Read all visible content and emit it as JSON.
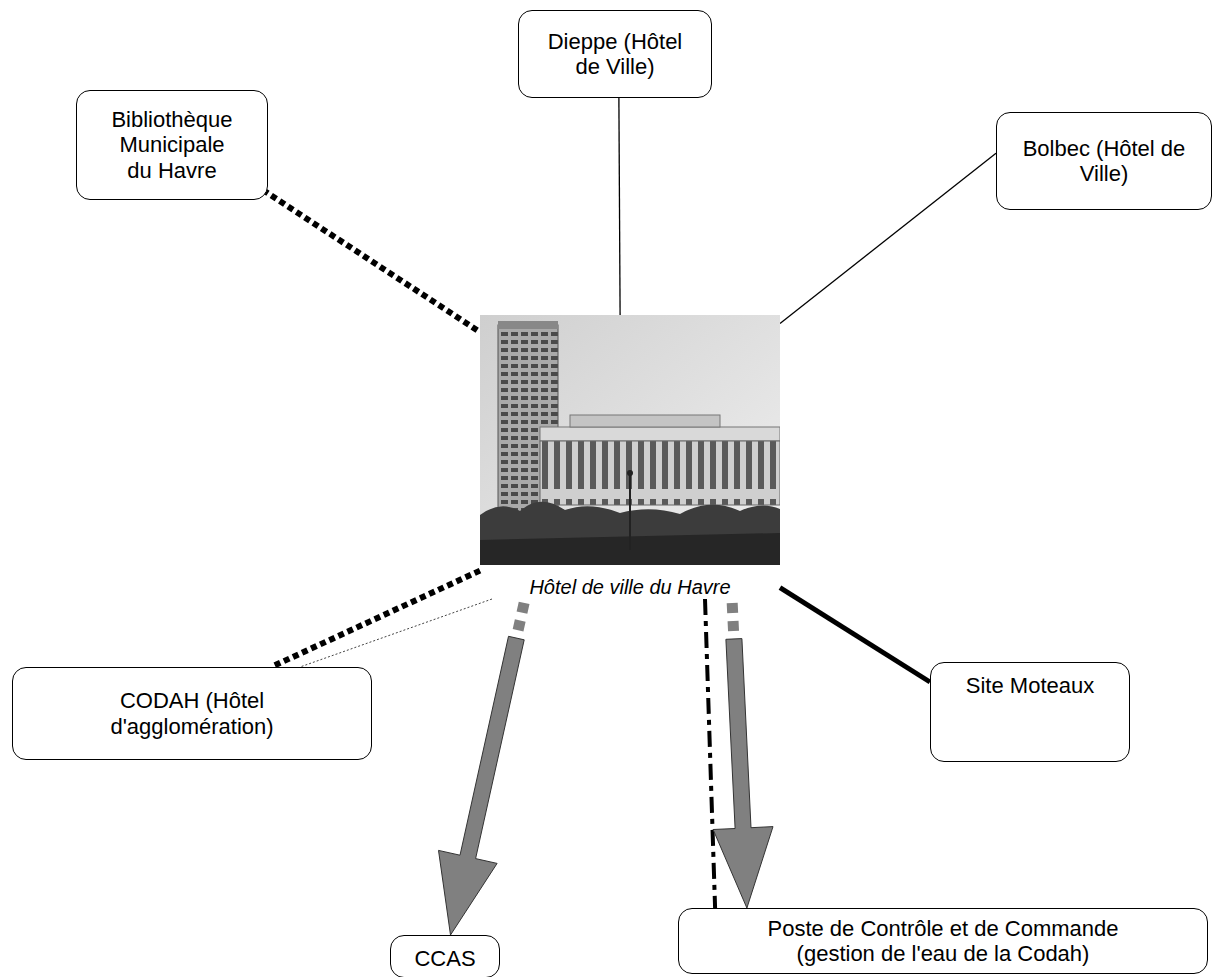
{
  "diagram": {
    "nodes": [
      {
        "text": [
          "Dieppe (Hôtel de Ville)"
        ]
      },
      {
        "text": [
          "Bibliothèque Municipale du Havre"
        ]
      },
      {
        "text": [
          "Bolbec (Hôtel de Ville)"
        ]
      },
      {
        "text": [
          "Hôtel de ville du Havre"
        ]
      },
      {
        "text": [
          "CODAH (Hôtel d'agglomération)"
        ]
      },
      {
        "text": [
          "Site Moteaux"
        ]
      },
      {
        "text": [
          "CCAS"
        ]
      },
      {
        "text": [
          "Poste de Contrôle et de Commande (gestion de l'eau de la Codah)"
        ]
      }
    ],
    "edges": [
      {
        "from": 3,
        "to": 0,
        "arrow": "none"
      },
      {
        "from": 3,
        "to": 2,
        "arrow": "none"
      },
      {
        "from": 1,
        "to": 3,
        "arrow": "none"
      },
      {
        "from": 3,
        "to": 4,
        "arrow": "none"
      },
      {
        "from": 3,
        "to": 4,
        "arrow": "none"
      },
      {
        "from": 3,
        "to": 5,
        "arrow": "none"
      },
      {
        "from": 3,
        "to": 6,
        "arrow": "to"
      },
      {
        "from": 3,
        "to": 7,
        "arrow": "none"
      },
      {
        "from": 3,
        "to": 7,
        "arrow": "to"
      }
    ]
  }
}
